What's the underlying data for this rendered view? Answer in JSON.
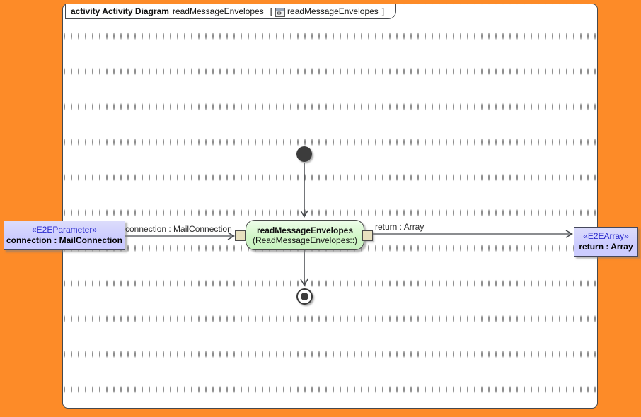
{
  "frame": {
    "keyword": "activity Activity Diagram",
    "diagram_name": "readMessageEnvelopes",
    "open_bracket": "[",
    "context_name": "readMessageEnvelopes",
    "close_bracket": "]"
  },
  "nodes": {
    "action": {
      "name": "readMessageEnvelopes",
      "behavior": "(ReadMessageEnvelopes::)"
    },
    "param_input": {
      "stereotype": "«E2EParameter»",
      "name": "connection : MailConnection"
    },
    "param_output": {
      "stereotype": "«E2EArray»",
      "name": "return : Array"
    }
  },
  "edges": {
    "input_label": "connection : MailConnection",
    "output_label": "return : Array"
  },
  "icons": {
    "header_icon": "activity-diagram-icon"
  },
  "colors": {
    "desktop_orange": "#fd8b28",
    "canvas_white": "#ffffff",
    "frame_border": "#46494d",
    "action_green": "#ccf2c3",
    "param_lavender": "#ccccff",
    "stereotype_blue": "#2929cc",
    "pin_beige": "#e7e0bf",
    "edge_dark": "#46494d"
  }
}
